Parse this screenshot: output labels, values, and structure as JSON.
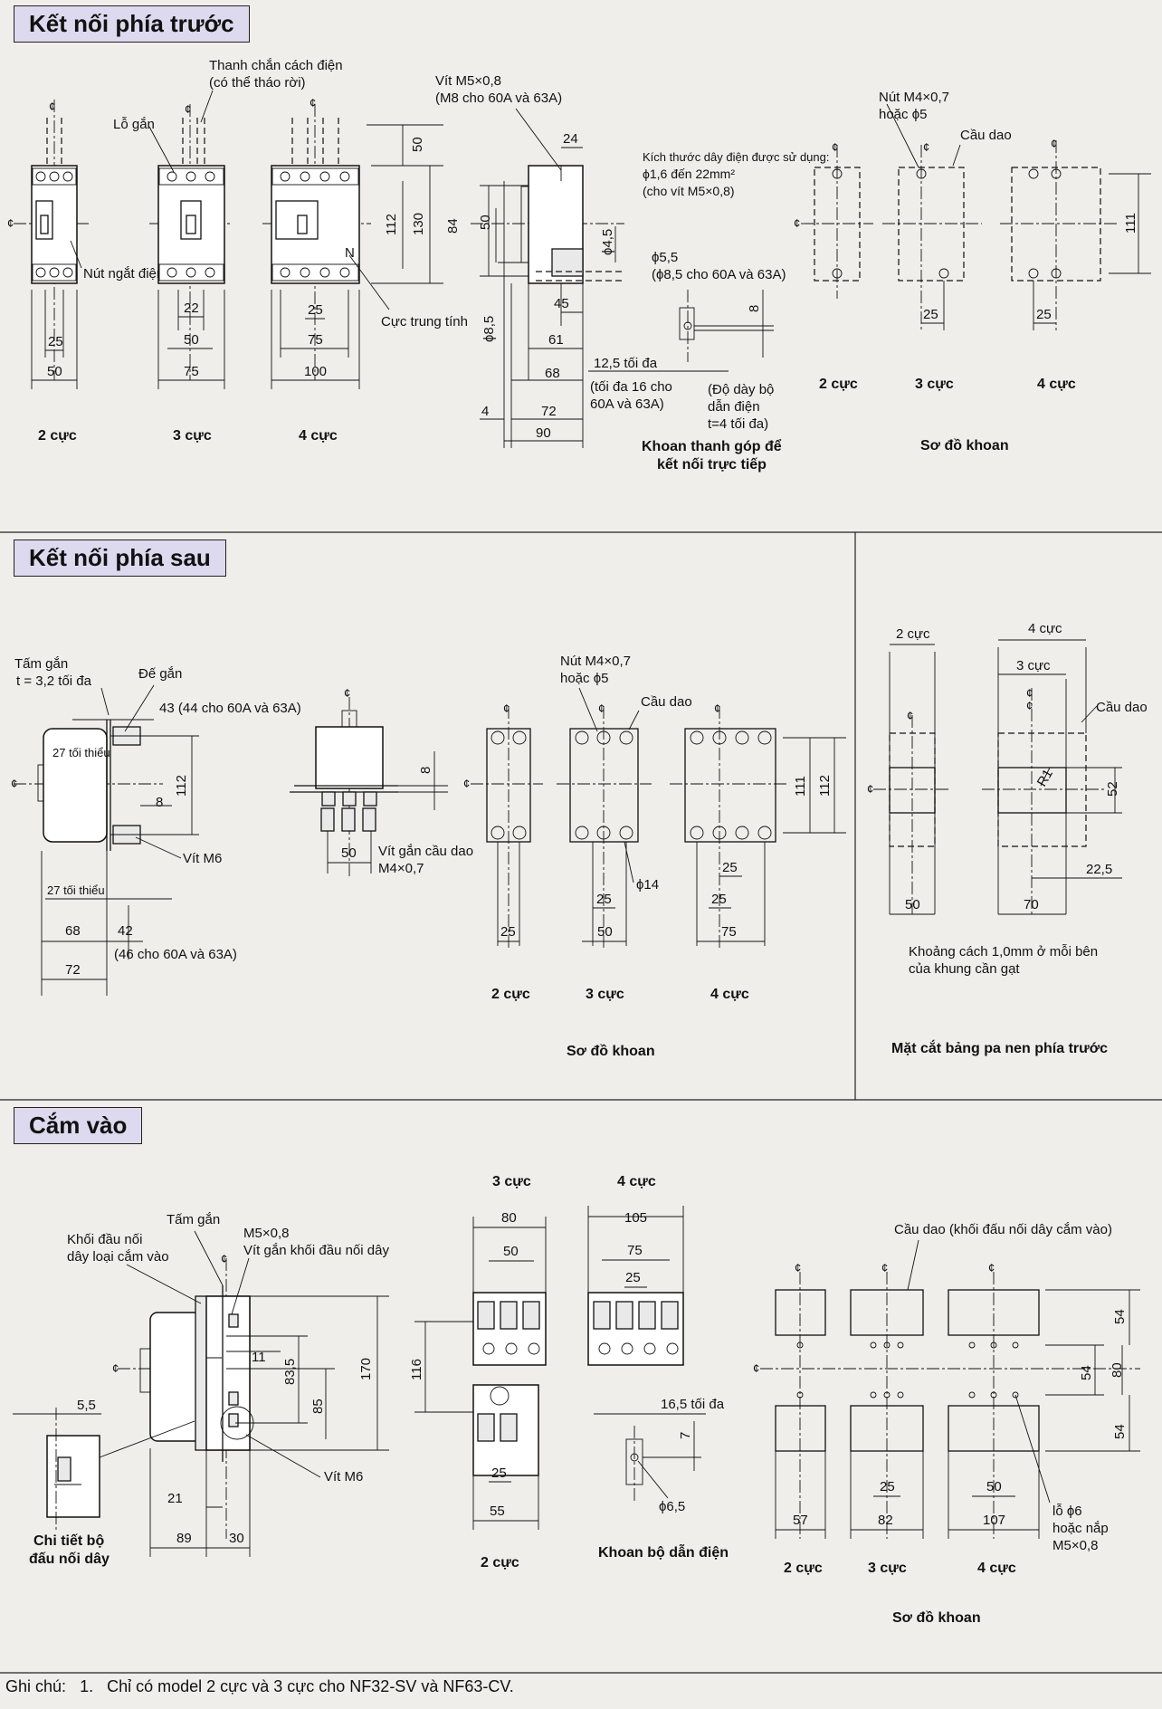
{
  "sections": {
    "front": "Kết nối phía trước",
    "rear": "Kết nối phía sau",
    "plugin": "Cắm vào"
  },
  "front": {
    "lbl_barrier": "Thanh chắn cách điện",
    "lbl_barrier2": "(có thể tháo rời)",
    "lbl_mounting_hole": "Lỗ gắn",
    "lbl_trip_button": "Nút ngắt điện",
    "lbl_neutral": "Cực trung tính",
    "lbl_screw": "Vít M5×0,8",
    "lbl_screw2": "(M8 cho 60A và 63A)",
    "lbl_wire1": "Kích thước dây điện được sử dụng:",
    "lbl_wire2": "ϕ1,6 đến 22mm²",
    "lbl_wire3": "(cho vít M5×0,8)",
    "lbl_hole55": "ϕ5,5",
    "lbl_hole85": "(ϕ8,5 cho 60A và 63A)",
    "lbl_125": "12,5 tối đa",
    "lbl_max16a": "(tối đa 16 cho",
    "lbl_max16b": "60A và 63A)",
    "lbl_thick1": "(Độ dày bộ",
    "lbl_thick2": "dẫn điện",
    "lbl_thick3": "t=4 tối đa)",
    "lbl_busbar1": "Khoan thanh góp để",
    "lbl_busbar2": "kết nối trực tiếp",
    "lbl_nut1": "Nút M4×0,7",
    "lbl_nut2": "hoặc ϕ5",
    "lbl_cauDao": "Cầu dao",
    "lbl_drill": "Sơ đồ khoan",
    "p2": "2 cực",
    "p3": "3 cực",
    "p4": "4 cực",
    "dims": {
      "d50a": "50",
      "d25a": "25",
      "d50b": "50",
      "d22": "22",
      "d75a": "75",
      "d25b": "25",
      "d75b": "75",
      "d100": "100",
      "d50c": "50",
      "d112": "112",
      "d130": "130",
      "d84": "84",
      "d50d": "50",
      "d24": "24",
      "d45": "ϕ4,5",
      "d85": "ϕ8,5",
      "d45b": "45",
      "d61": "61",
      "d68": "68",
      "d4": "4",
      "d72": "72",
      "d90": "90",
      "d8": "8",
      "d111": "111",
      "d25c": "25",
      "d25d": "25"
    }
  },
  "rear": {
    "lbl_plate1": "Tấm gắn",
    "lbl_plate2": "t = 3,2 tối đa",
    "lbl_base": "Đế gắn",
    "lbl_43": "43 (44 cho 60A và 63A)",
    "lbl_27a": "27 tối thiểu",
    "lbl_27b": "27 tối thiểu",
    "lbl_m6": "Vít M6",
    "lbl_46": "(46 cho 60A và 63A)",
    "lbl_cbscrew1": "Vít gắn cầu dao",
    "lbl_cbscrew2": "M4×0,7",
    "lbl_nut1": "Nút M4×0,7",
    "lbl_nut2": "hoặc ϕ5",
    "lbl_cauDao": "Cầu dao",
    "lbl_phi14": "ϕ14",
    "lbl_drill": "Sơ đồ khoan",
    "lbl_cut": "Mặt cắt bảng pa nen phía trước",
    "lbl_gap1": "Khoảng cách 1,0mm ở mỗi bên",
    "lbl_gap2": "của khung cần gạt",
    "lbl_cauDao2": "Cầu dao",
    "p2": "2 cực",
    "p3": "3 cực",
    "p4": "4 cực",
    "c2": "2 cực",
    "c3": "3 cực",
    "c4": "4 cực",
    "dims": {
      "d112": "112",
      "d8": "8",
      "d68": "68",
      "d42": "42",
      "d72": "72",
      "d50": "50",
      "d8b": "8",
      "d25a": "25",
      "d25b": "25",
      "d50b": "50",
      "d25c": "25",
      "d25d": "25",
      "d75": "75",
      "d111": "111",
      "d112b": "112",
      "d50c": "50",
      "d70": "70",
      "d52": "52",
      "d225": "22,5",
      "r1": "R1"
    }
  },
  "plugin": {
    "lbl_plate": "Tấm gắn",
    "lbl_block1": "Khối đầu nối",
    "lbl_block2": "dây loại cắm vào",
    "lbl_m5a": "M5×0,8",
    "lbl_m5b": "Vít gắn khối đầu nối dây",
    "lbl_m6": "Vít M6",
    "lbl_detail1": "Chi tiết bộ",
    "lbl_detail2": "đấu nối dây",
    "lbl_165": "16,5 tối đa",
    "lbl_65": "ϕ6,5",
    "lbl_conductor": "Khoan bộ dẫn điện",
    "lbl_cauDao": "Cầu dao (khối đấu nối dây cắm vào)",
    "lbl_hole1": "lỗ ϕ6",
    "lbl_hole2": "hoặc nắp",
    "lbl_hole3": "M5×0,8",
    "lbl_drill": "Sơ đồ khoan",
    "p2": "2 cực",
    "p3": "3 cực",
    "p4": "4 cực",
    "q2": "2 cực",
    "q3": "3 cực",
    "q4": "4 cực",
    "dims": {
      "d55": "5,5",
      "d11": "11",
      "d835": "83,5",
      "d85": "85",
      "d170": "170",
      "d21": "21",
      "d89": "89",
      "d30": "30",
      "d80": "80",
      "d50": "50",
      "d105": "105",
      "d75": "75",
      "d25": "25",
      "d116": "116",
      "d25b": "25",
      "d55b": "55",
      "d7": "7",
      "d54a": "54",
      "d54b": "54",
      "d80b": "80",
      "d54c": "54",
      "d57": "57",
      "d82": "82",
      "d107": "107",
      "d25c": "25",
      "d50b": "50"
    }
  },
  "note": {
    "prefix": "Ghi chú:",
    "num": "1.",
    "text": "Chỉ có model 2 cực và 3 cực cho NF32-SV và NF63-CV."
  }
}
